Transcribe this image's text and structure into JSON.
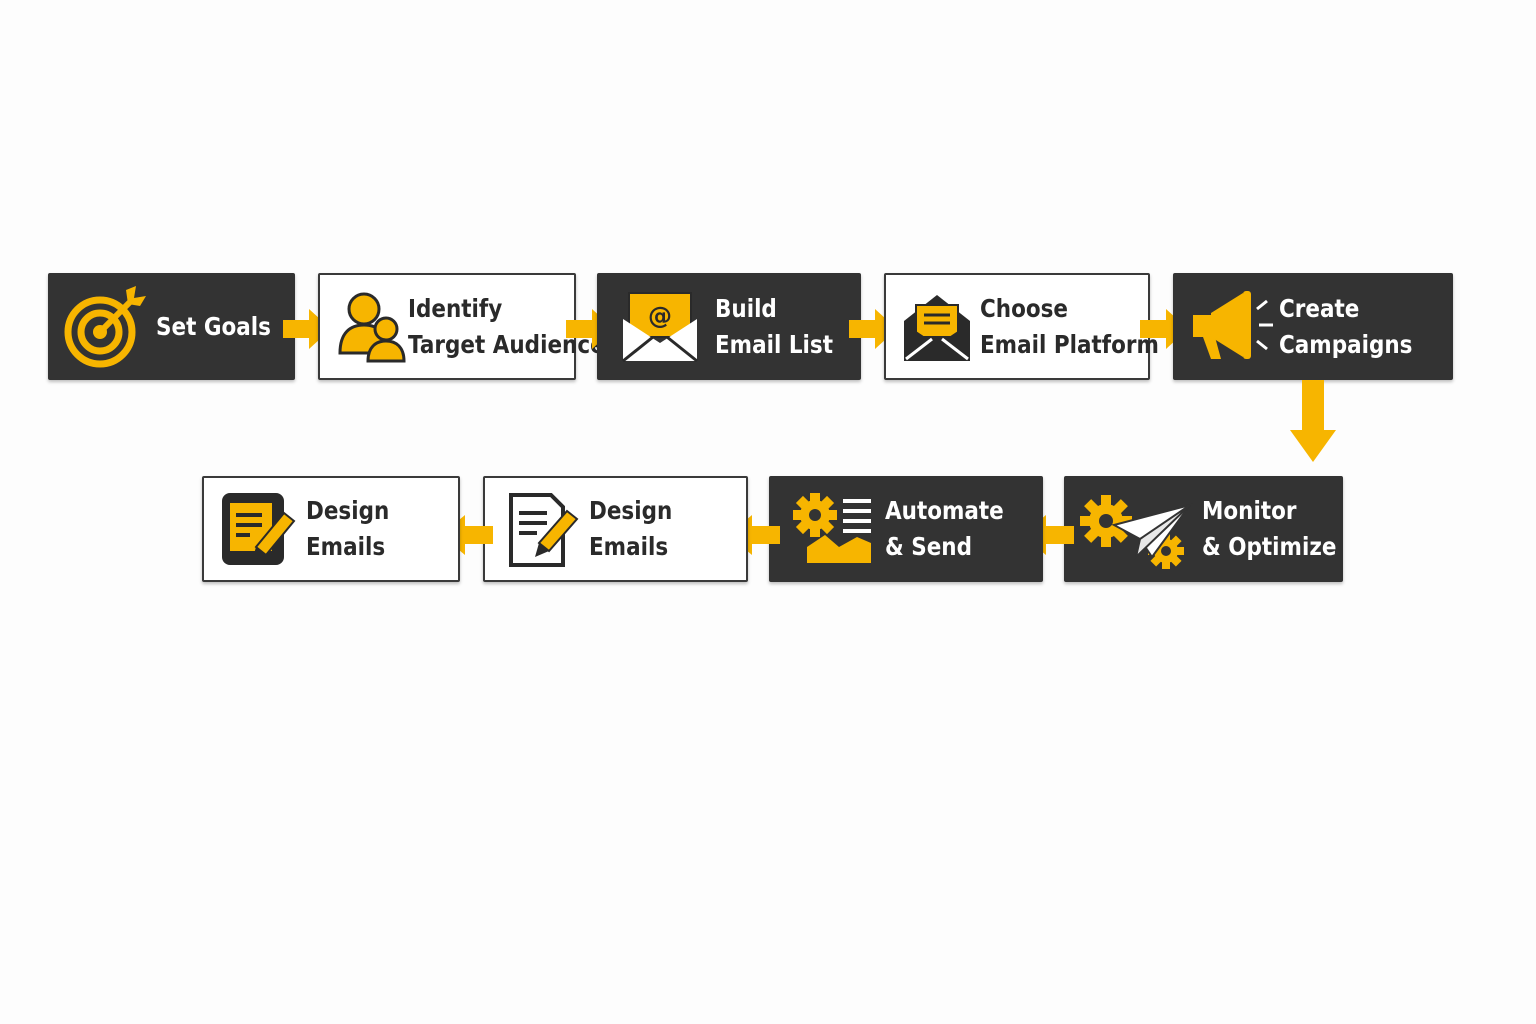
{
  "colors": {
    "accent": "#f7b500",
    "dark_box": "#333333",
    "light_box": "#ffffff",
    "outline": "#3a3a3a"
  },
  "steps": [
    {
      "line1": "Set Goals",
      "line2": "",
      "style": "dark",
      "icon": "target-icon"
    },
    {
      "line1": "Identify",
      "line2": "Target Audience",
      "style": "light",
      "icon": "users-icon"
    },
    {
      "line1": "Build",
      "line2": "Email List",
      "style": "dark",
      "icon": "email-at-icon"
    },
    {
      "line1": "Choose",
      "line2": "Email Platform",
      "style": "light",
      "icon": "open-envelope-icon"
    },
    {
      "line1": "Create",
      "line2": "Campaigns",
      "style": "dark",
      "icon": "megaphone-icon"
    },
    {
      "line1": "Monitor",
      "line2": "& Optimize",
      "style": "dark",
      "icon": "gear-paper-plane-icon"
    },
    {
      "line1": "Automate",
      "line2": "& Send",
      "style": "dark",
      "icon": "automation-gear-icon"
    },
    {
      "line1": "Design",
      "line2": "Emails",
      "style": "light",
      "icon": "document-pencil-icon"
    },
    {
      "line1": "Design",
      "line2": "Emails",
      "style": "light",
      "icon": "note-pencil-icon"
    }
  ]
}
